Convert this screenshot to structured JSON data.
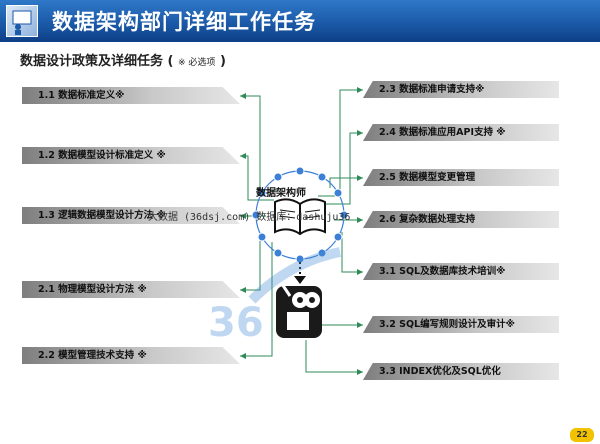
{
  "header": {
    "title": "数据架构部门详细工作任务"
  },
  "subtitle": {
    "text": "数据设计政策及详细任务 (",
    "note": "※ 必选项",
    "close": ")"
  },
  "center": {
    "label": "数据架构师"
  },
  "watermark": {
    "text": "大数据 (36dsj.com) 数据库：dashuju36"
  },
  "left_items": [
    "1.1  数据标准定义※",
    "1.2 数据模型设计标准定义 ※",
    "1.3 逻辑数据模型设计方法 ※",
    "2.1 物理模型设计方法 ※",
    "2.2 模型管理技术支持 ※"
  ],
  "right_items": [
    "2.3 数据标准申请支持※",
    "2.4 数据标准应用API支持 ※",
    "2.5 数据模型变更管理",
    "2.6 复杂数据处理支持",
    "3.1 SQL及数据库技术培训※",
    "3.2 SQL编写规则设计及审计※",
    "3.3 INDEX优化及SQL优化"
  ],
  "footer": {
    "page": "22"
  },
  "colors": {
    "header": "#1b5aa8",
    "connector": "#2e8b57",
    "node": "#3b7fd6",
    "badge": "#f2c200"
  }
}
